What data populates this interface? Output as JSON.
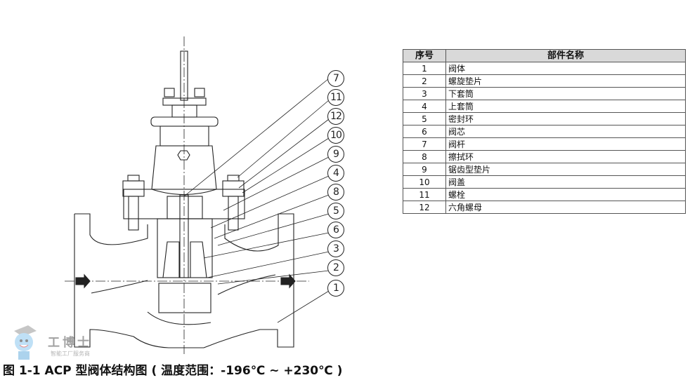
{
  "figure": {
    "caption": "图 1-1  ACP 型阀体结构图 ( 温度范围：-196℃ ~ +230℃ )",
    "callouts": [
      "7",
      "11",
      "12",
      "10",
      "9",
      "4",
      "8",
      "5",
      "6",
      "3",
      "2",
      "1"
    ]
  },
  "parts_table": {
    "headers": [
      "序号",
      "部件名称"
    ],
    "rows": [
      {
        "no": "1",
        "name": "阀体"
      },
      {
        "no": "2",
        "name": "螺旋垫片"
      },
      {
        "no": "3",
        "name": "下套筒"
      },
      {
        "no": "4",
        "name": "上套筒"
      },
      {
        "no": "5",
        "name": "密封环"
      },
      {
        "no": "6",
        "name": "阀芯"
      },
      {
        "no": "7",
        "name": "阀杆"
      },
      {
        "no": "8",
        "name": "擦拭环"
      },
      {
        "no": "9",
        "name": "锯齿型垫片"
      },
      {
        "no": "10",
        "name": "阀盖"
      },
      {
        "no": "11",
        "name": "螺栓"
      },
      {
        "no": "12",
        "name": "六角螺母"
      }
    ]
  },
  "watermark": {
    "brand": "工博士",
    "slogan": "智能工厂服务商"
  },
  "colors": {
    "line": "#222222",
    "table_header_bg": "#d9d9d9"
  }
}
